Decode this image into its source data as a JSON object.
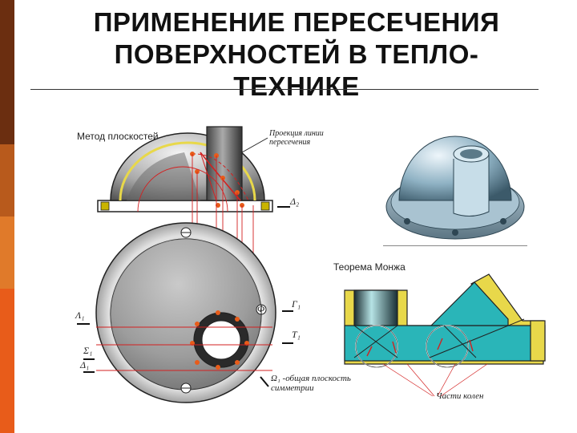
{
  "slide": {
    "title_line1": "ПРИМЕНЕНИЕ ПЕРЕСЕЧЕНИЯ",
    "title_line2": "ПОВЕРХНОСТЕЙ В ТЕПЛО-",
    "title_line3": "ТЕХНИКЕ",
    "sidebar_colors": [
      "#6b2e10",
      "#b85a1c",
      "#e07a2a",
      "#e85c1a"
    ]
  },
  "left_diagram": {
    "method_label": "Метод плоскостей",
    "callout_top": "Проекция линии пересечения",
    "sym_delta2": "Δ₂",
    "sym_lambda1": "Λ₁",
    "sym_gamma1": "Γ₁",
    "sym_t1": "T₁",
    "sym_sigma1": "Σ₁",
    "sym_delta1": "Δ₁",
    "phi_label": "Φ",
    "bottom_note": "Ω₁ -общая плоскость симметрии"
  },
  "right_diagram": {
    "theorem_label": "Теорема Монжа",
    "bottom_note": "Части колен"
  },
  "colors": {
    "accent_red": "#d32020",
    "cyan_fill": "#2ab5b8",
    "steel_dark": "#4a5560",
    "yellow": "#e8d84a"
  }
}
